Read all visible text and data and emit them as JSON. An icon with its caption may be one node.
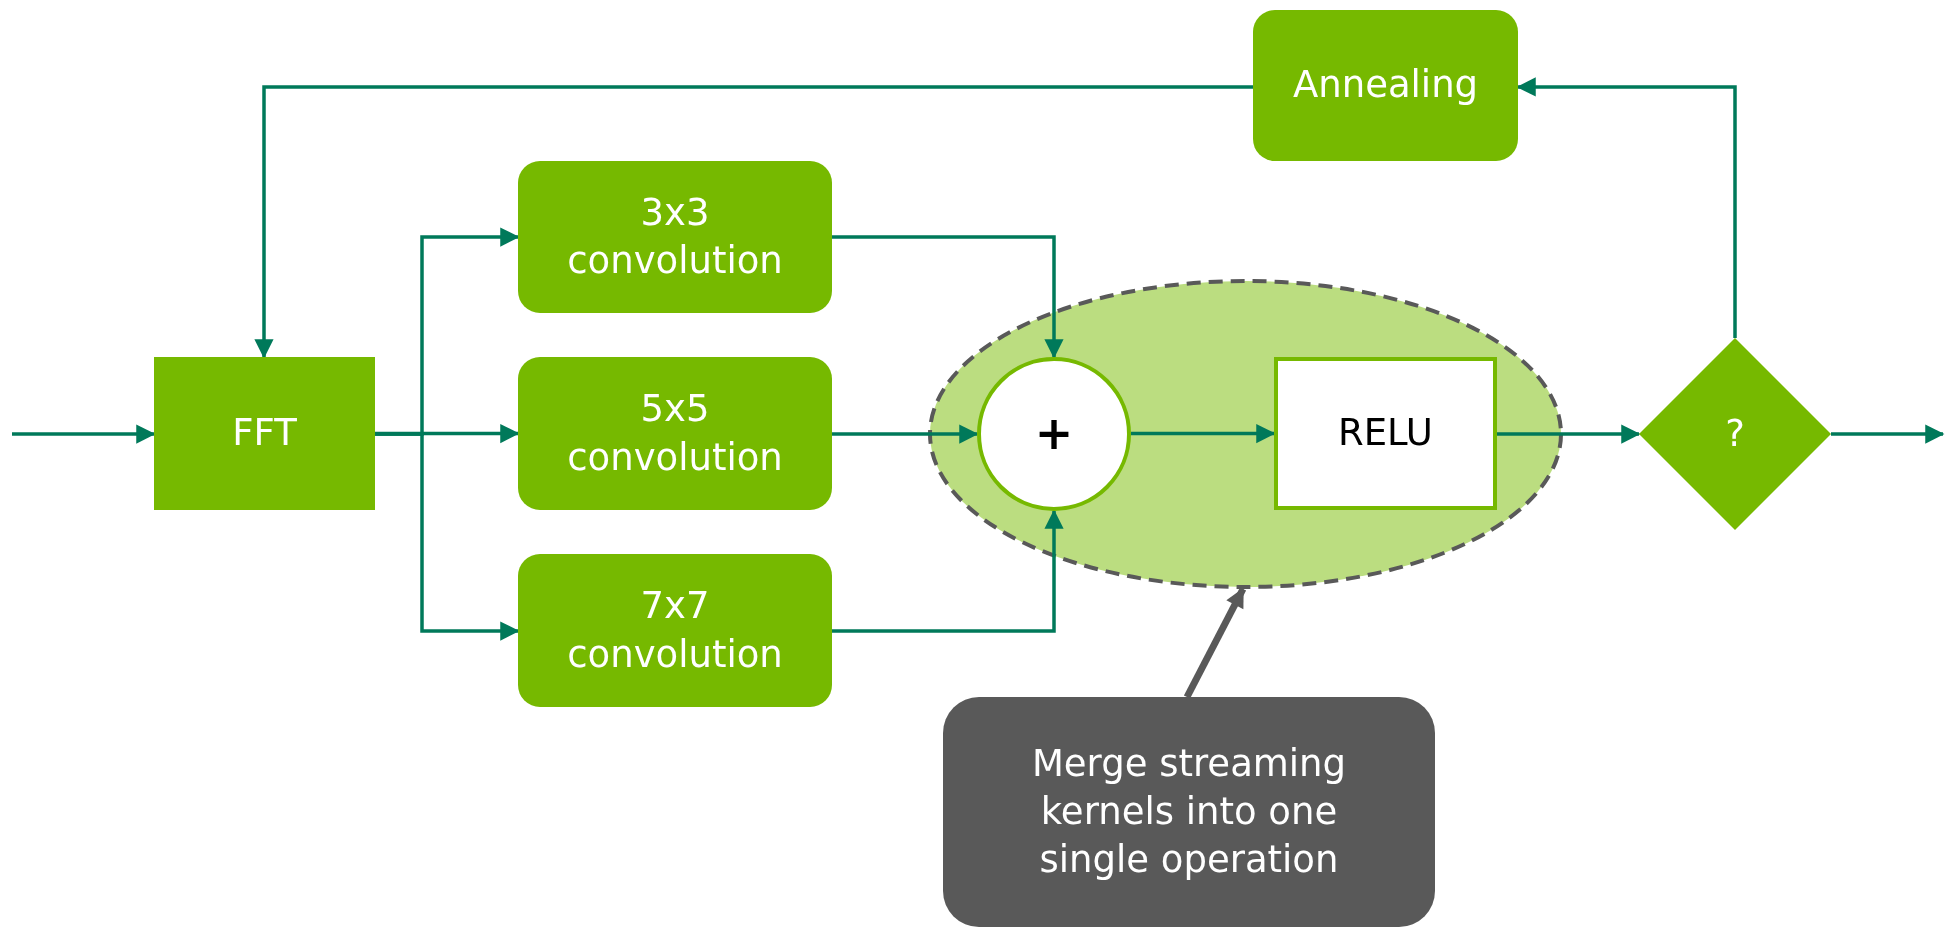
{
  "diagram": {
    "nodes": [
      {
        "text": [
          "FFT"
        ]
      },
      {
        "text": [
          "3x3 convolution"
        ]
      },
      {
        "text": [
          "5x5 convolution"
        ]
      },
      {
        "text": [
          "7x7 convolution"
        ]
      },
      {
        "text": [],
        "shape": "ellipse"
      },
      {
        "text": [
          "+"
        ],
        "in": 4
      },
      {
        "text": [
          "RELU"
        ],
        "in": 4
      },
      {
        "text": [
          "?"
        ]
      },
      {
        "text": [
          "Annealing"
        ]
      },
      {
        "text": [
          "Merge streaming kernels into one single operation"
        ]
      }
    ],
    "edges": [
      {
        "from": null,
        "to": 0,
        "arrow": "to"
      },
      {
        "from": 0,
        "to": 1,
        "arrow": "to"
      },
      {
        "from": 0,
        "to": 2,
        "arrow": "to"
      },
      {
        "from": 0,
        "to": 3,
        "arrow": "to"
      },
      {
        "from": 1,
        "to": 5,
        "arrow": "to"
      },
      {
        "from": 2,
        "to": 5,
        "arrow": "to"
      },
      {
        "from": 3,
        "to": 5,
        "arrow": "to"
      },
      {
        "from": 5,
        "to": 6,
        "arrow": "to"
      },
      {
        "from": 6,
        "to": 7,
        "arrow": "to"
      },
      {
        "from": 7,
        "to": null,
        "arrow": "to"
      },
      {
        "from": 7,
        "to": 8,
        "arrow": "to"
      },
      {
        "from": 8,
        "to": 0,
        "arrow": "to"
      },
      {
        "from": 9,
        "to": 4,
        "arrow": "to",
        "style": "thick",
        "color": "#595959"
      }
    ]
  }
}
